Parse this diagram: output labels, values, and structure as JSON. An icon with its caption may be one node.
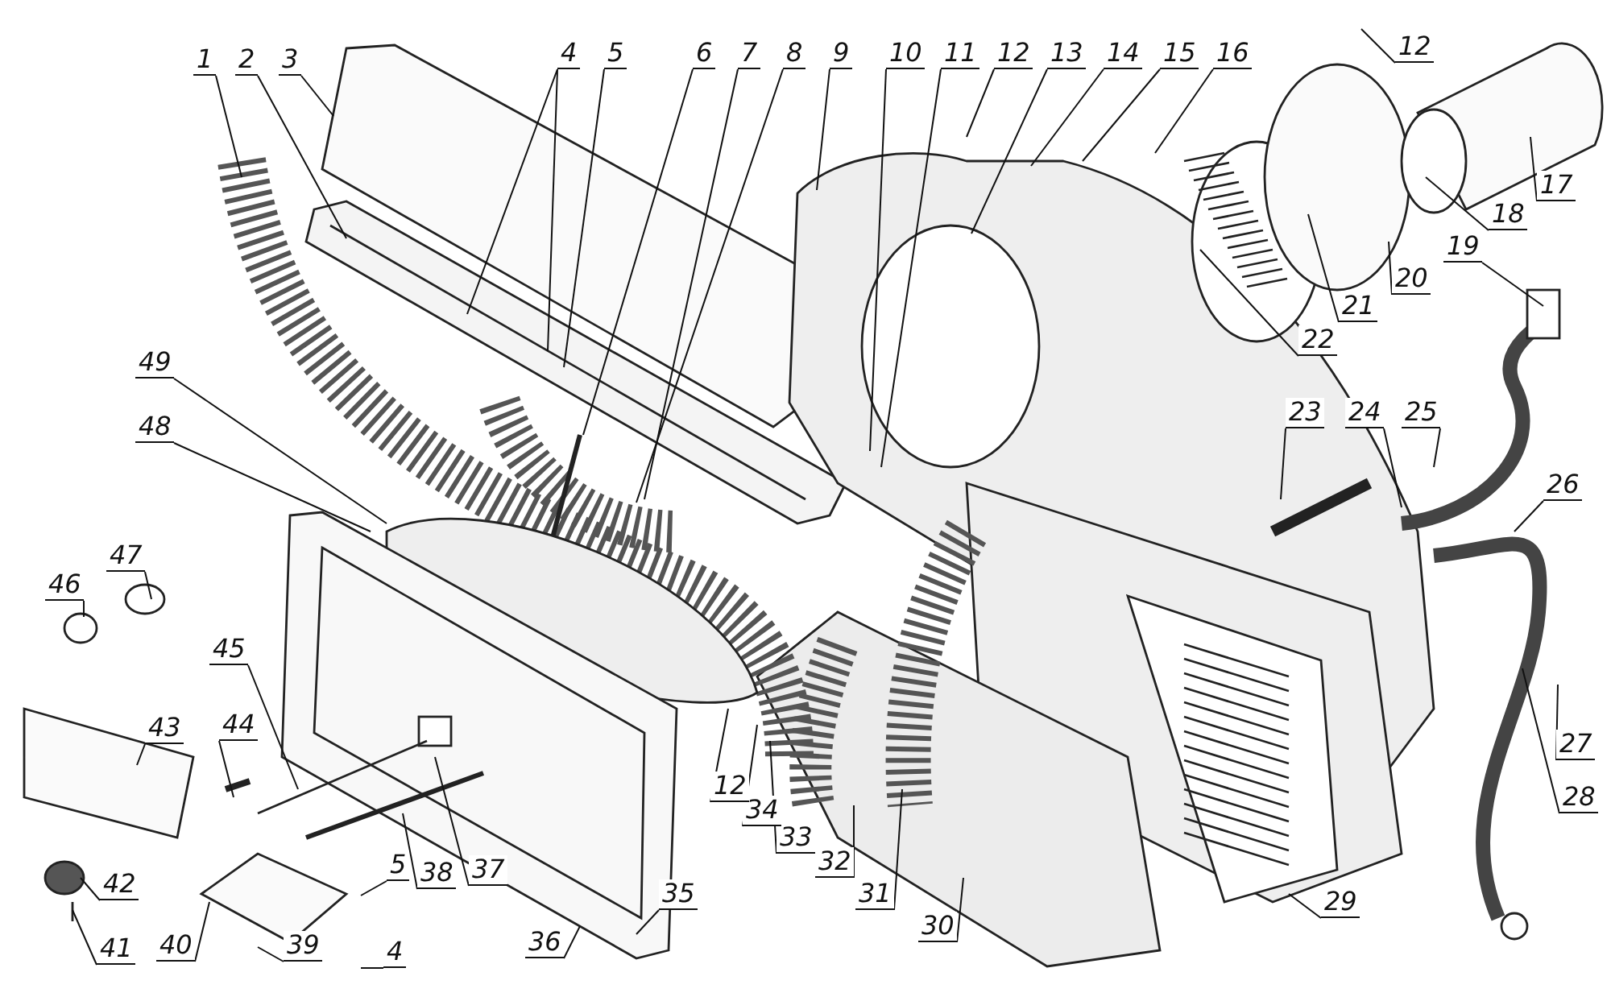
{
  "diagram": {
    "nodes": [
      {
        "text": [
          "1"
        ]
      },
      {
        "text": [
          "2"
        ]
      },
      {
        "text": [
          "3"
        ]
      },
      {
        "text": [
          "4"
        ]
      },
      {
        "text": [
          "5"
        ]
      },
      {
        "text": [
          "6"
        ]
      },
      {
        "text": [
          "7"
        ]
      },
      {
        "text": [
          "8"
        ]
      },
      {
        "text": [
          "9"
        ]
      },
      {
        "text": [
          "10"
        ]
      },
      {
        "text": [
          "11"
        ]
      },
      {
        "text": [
          "12"
        ]
      },
      {
        "text": [
          "13"
        ]
      },
      {
        "text": [
          "14"
        ]
      },
      {
        "text": [
          "15"
        ]
      },
      {
        "text": [
          "16"
        ]
      },
      {
        "text": [
          "12"
        ]
      },
      {
        "text": [
          "17"
        ]
      },
      {
        "text": [
          "18"
        ]
      },
      {
        "text": [
          "19"
        ]
      },
      {
        "text": [
          "20"
        ]
      },
      {
        "text": [
          "21"
        ]
      },
      {
        "text": [
          "22"
        ]
      },
      {
        "text": [
          "23"
        ]
      },
      {
        "text": [
          "24"
        ]
      },
      {
        "text": [
          "25"
        ]
      },
      {
        "text": [
          "26"
        ]
      },
      {
        "text": [
          "27"
        ]
      },
      {
        "text": [
          "28"
        ]
      },
      {
        "text": [
          "29"
        ]
      },
      {
        "text": [
          "30"
        ]
      },
      {
        "text": [
          "31"
        ]
      },
      {
        "text": [
          "32"
        ]
      },
      {
        "text": [
          "33"
        ]
      },
      {
        "text": [
          "34"
        ]
      },
      {
        "text": [
          "12"
        ]
      },
      {
        "text": [
          "35"
        ]
      },
      {
        "text": [
          "36"
        ]
      },
      {
        "text": [
          "37"
        ]
      },
      {
        "text": [
          "38"
        ]
      },
      {
        "text": [
          "5"
        ]
      },
      {
        "text": [
          "4"
        ]
      },
      {
        "text": [
          "39"
        ]
      },
      {
        "text": [
          "40"
        ]
      },
      {
        "text": [
          "41"
        ]
      },
      {
        "text": [
          "42"
        ]
      },
      {
        "text": [
          "43"
        ]
      },
      {
        "text": [
          "44"
        ]
      },
      {
        "text": [
          "45"
        ]
      },
      {
        "text": [
          "46"
        ]
      },
      {
        "text": [
          "47"
        ]
      },
      {
        "text": [
          "48"
        ]
      },
      {
        "text": [
          "49"
        ]
      }
    ],
    "edges": [
      {
        "from": 0,
        "to": null,
        "arrow": "none"
      },
      {
        "from": 1,
        "to": null,
        "arrow": "none"
      },
      {
        "from": 2,
        "to": null,
        "arrow": "none"
      },
      {
        "from": 3,
        "to": null,
        "arrow": "none"
      },
      {
        "from": 3,
        "to": null,
        "arrow": "none"
      },
      {
        "from": 4,
        "to": null,
        "arrow": "none"
      },
      {
        "from": 5,
        "to": null,
        "arrow": "none"
      },
      {
        "from": 6,
        "to": null,
        "arrow": "none"
      },
      {
        "from": 7,
        "to": null,
        "arrow": "none"
      },
      {
        "from": 8,
        "to": null,
        "arrow": "none"
      },
      {
        "from": 9,
        "to": null,
        "arrow": "none"
      },
      {
        "from": 10,
        "to": null,
        "arrow": "none"
      },
      {
        "from": 11,
        "to": null,
        "arrow": "none"
      },
      {
        "from": 12,
        "to": null,
        "arrow": "none"
      },
      {
        "from": 13,
        "to": null,
        "arrow": "none"
      },
      {
        "from": 14,
        "to": null,
        "arrow": "none"
      },
      {
        "from": 15,
        "to": null,
        "arrow": "none"
      },
      {
        "from": 16,
        "to": null,
        "arrow": "none"
      },
      {
        "from": 17,
        "to": null,
        "arrow": "none"
      },
      {
        "from": 18,
        "to": null,
        "arrow": "none"
      },
      {
        "from": 19,
        "to": null,
        "arrow": "none"
      },
      {
        "from": 20,
        "to": null,
        "arrow": "none"
      },
      {
        "from": 21,
        "to": null,
        "arrow": "none"
      },
      {
        "from": 22,
        "to": null,
        "arrow": "none"
      },
      {
        "from": 23,
        "to": null,
        "arrow": "none"
      },
      {
        "from": 24,
        "to": null,
        "arrow": "none"
      },
      {
        "from": 25,
        "to": null,
        "arrow": "none"
      },
      {
        "from": 26,
        "to": null,
        "arrow": "none"
      },
      {
        "from": 27,
        "to": null,
        "arrow": "none"
      },
      {
        "from": 28,
        "to": null,
        "arrow": "none"
      },
      {
        "from": 29,
        "to": null,
        "arrow": "none"
      },
      {
        "from": 30,
        "to": null,
        "arrow": "none"
      },
      {
        "from": 31,
        "to": null,
        "arrow": "none"
      },
      {
        "from": 32,
        "to": null,
        "arrow": "none"
      },
      {
        "from": 33,
        "to": null,
        "arrow": "none"
      },
      {
        "from": 34,
        "to": null,
        "arrow": "none"
      },
      {
        "from": 35,
        "to": null,
        "arrow": "none"
      },
      {
        "from": 36,
        "to": null,
        "arrow": "none"
      },
      {
        "from": 37,
        "to": null,
        "arrow": "none"
      },
      {
        "from": 38,
        "to": null,
        "arrow": "none"
      },
      {
        "from": 39,
        "to": null,
        "arrow": "none"
      },
      {
        "from": 40,
        "to": null,
        "arrow": "none"
      },
      {
        "from": 41,
        "to": null,
        "arrow": "none"
      },
      {
        "from": 42,
        "to": null,
        "arrow": "none"
      },
      {
        "from": 43,
        "to": null,
        "arrow": "none"
      },
      {
        "from": 44,
        "to": null,
        "arrow": "none"
      },
      {
        "from": 45,
        "to": null,
        "arrow": "none"
      },
      {
        "from": 46,
        "to": null,
        "arrow": "none"
      },
      {
        "from": 47,
        "to": null,
        "arrow": "none"
      },
      {
        "from": 48,
        "to": null,
        "arrow": "none"
      },
      {
        "from": 49,
        "to": null,
        "arrow": "none"
      },
      {
        "from": 50,
        "to": null,
        "arrow": "none"
      },
      {
        "from": 51,
        "to": null,
        "arrow": "none"
      },
      {
        "from": 52,
        "to": null,
        "arrow": "none"
      }
    ]
  }
}
